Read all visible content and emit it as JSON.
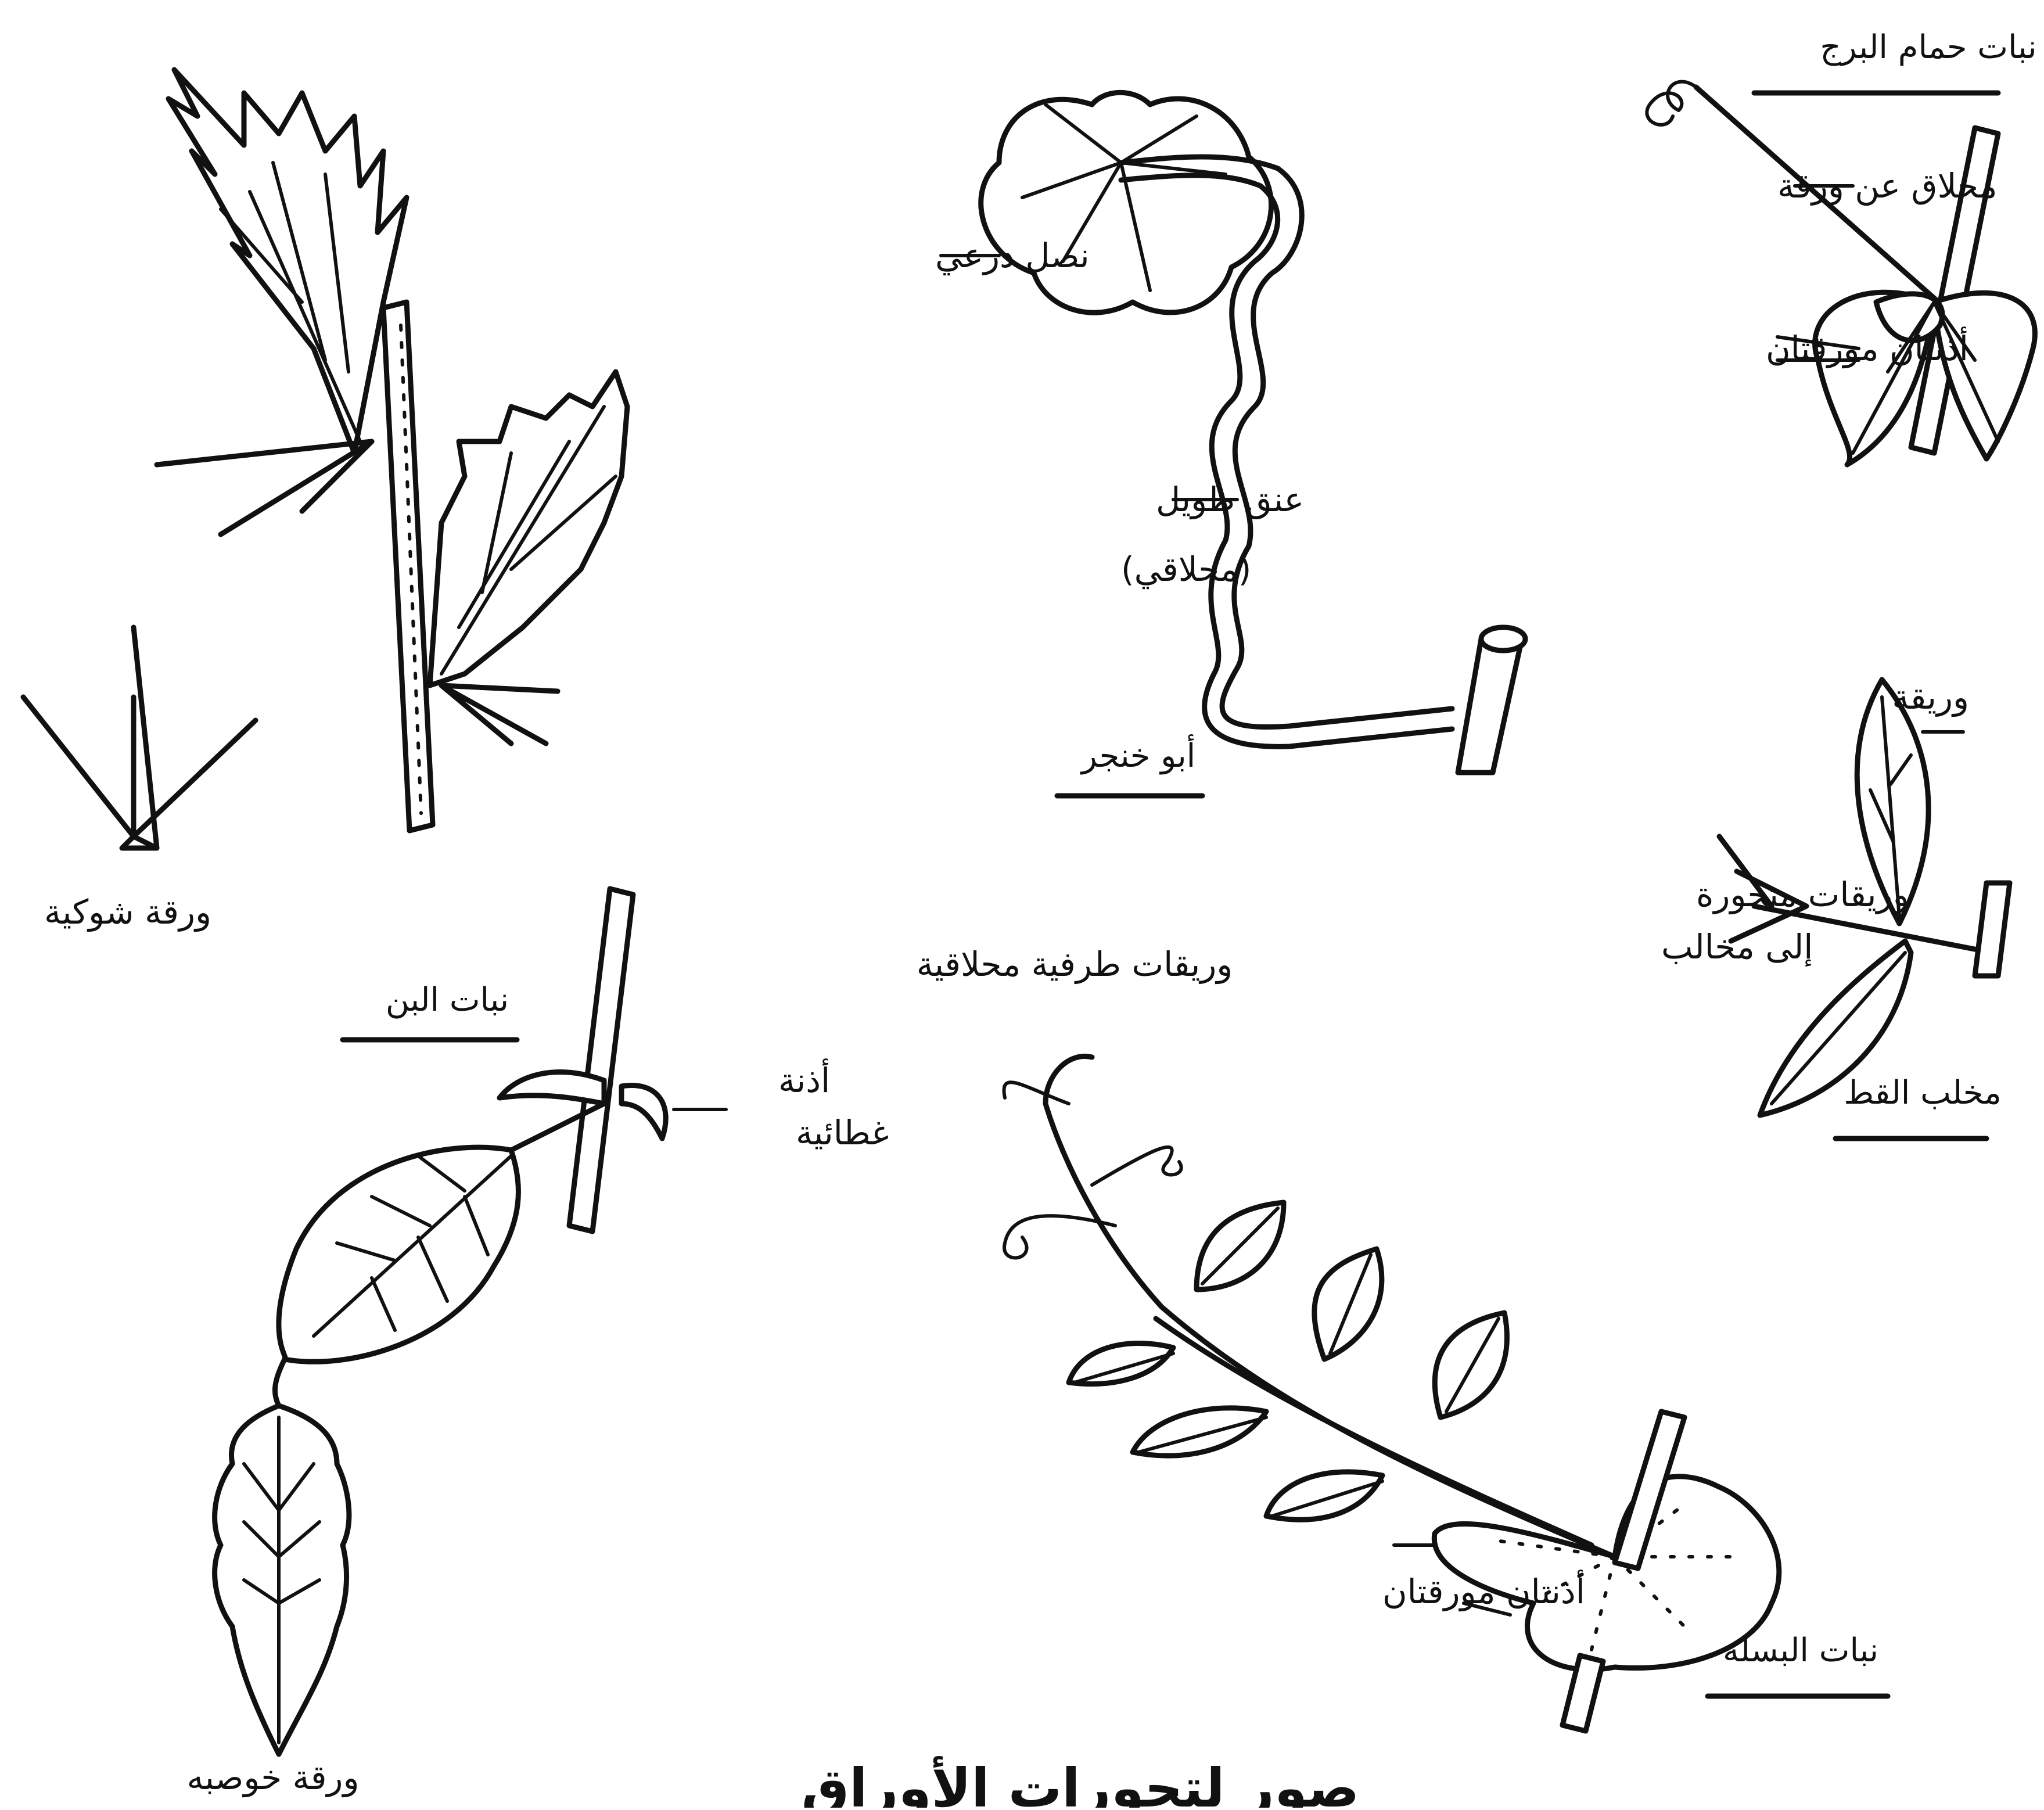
{
  "colors": {
    "ink": "#111111",
    "paper": "#ffffff"
  },
  "labels": {
    "pigeon_tower_plant": "نبات حمام البرج",
    "tendril_from_leaf": "محلاق عن ورقة",
    "two_leafy_stipules_top": "أذنتان مورقتان",
    "peltate_blade": "نصل درعي",
    "long_petiole_line1": "عنق طويل",
    "long_petiole_line2": "(محلاقي)",
    "nasturtium": "أبو خنجر",
    "leaflet": "وريقة",
    "leaflets_modified_to_claws_line1": "وريقات متحورة",
    "leaflets_modified_to_claws_line2": "إلى مخالب",
    "cat_claw": "مخلب القط",
    "spiny_leaf": "ورقة شوكية",
    "coffee_plant": "نبات البن",
    "sheath_stipules_line1": "أذنة",
    "sheath_stipules_line2": "غطائية",
    "terminal_tendril_leaflets": "وريقات طرفية محلاقية",
    "two_leafy_stipules_bottom": "أذنتان مورقتان",
    "pea_plant": "نبات البسلة",
    "lettuce_leaf": "ورقة خوصبه"
  },
  "caption": "صور لتحورات الأوراق"
}
